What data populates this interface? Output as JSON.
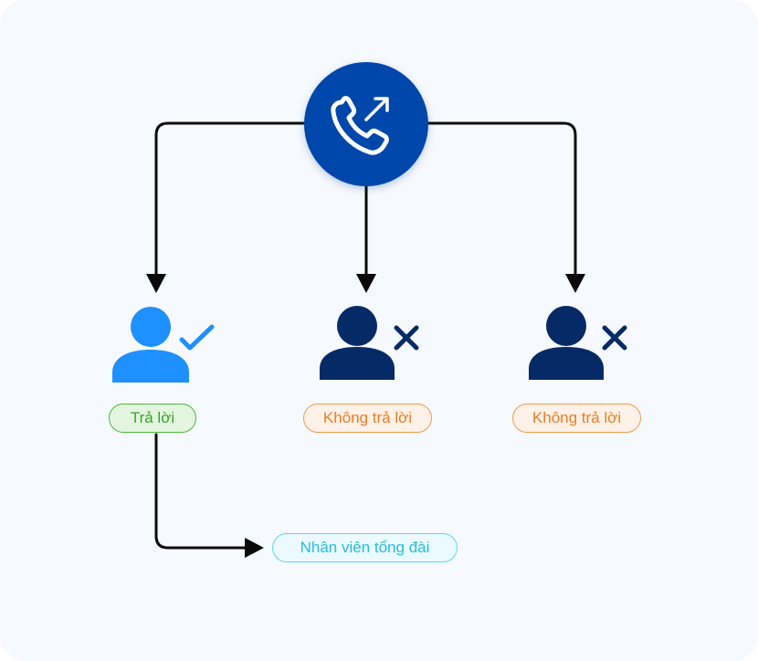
{
  "center": {
    "icon": "phone-outgoing-icon",
    "color": "#0047ab"
  },
  "branches": [
    {
      "icon": "user-check-icon",
      "status_icon": "checkmark-icon",
      "label": "Trả lời",
      "color": "#1e90ff",
      "label_color": "#39a52a"
    },
    {
      "icon": "user-x-icon",
      "status_icon": "x-mark-icon",
      "label": "Không trả lời",
      "color": "#052a66",
      "label_color": "#ef7d22"
    },
    {
      "icon": "user-x-icon",
      "status_icon": "x-mark-icon",
      "label": "Không trả lời",
      "color": "#052a66",
      "label_color": "#ef7d22"
    }
  ],
  "forward": {
    "label": "Nhân viên tổng đài",
    "label_color": "#28bde0"
  }
}
